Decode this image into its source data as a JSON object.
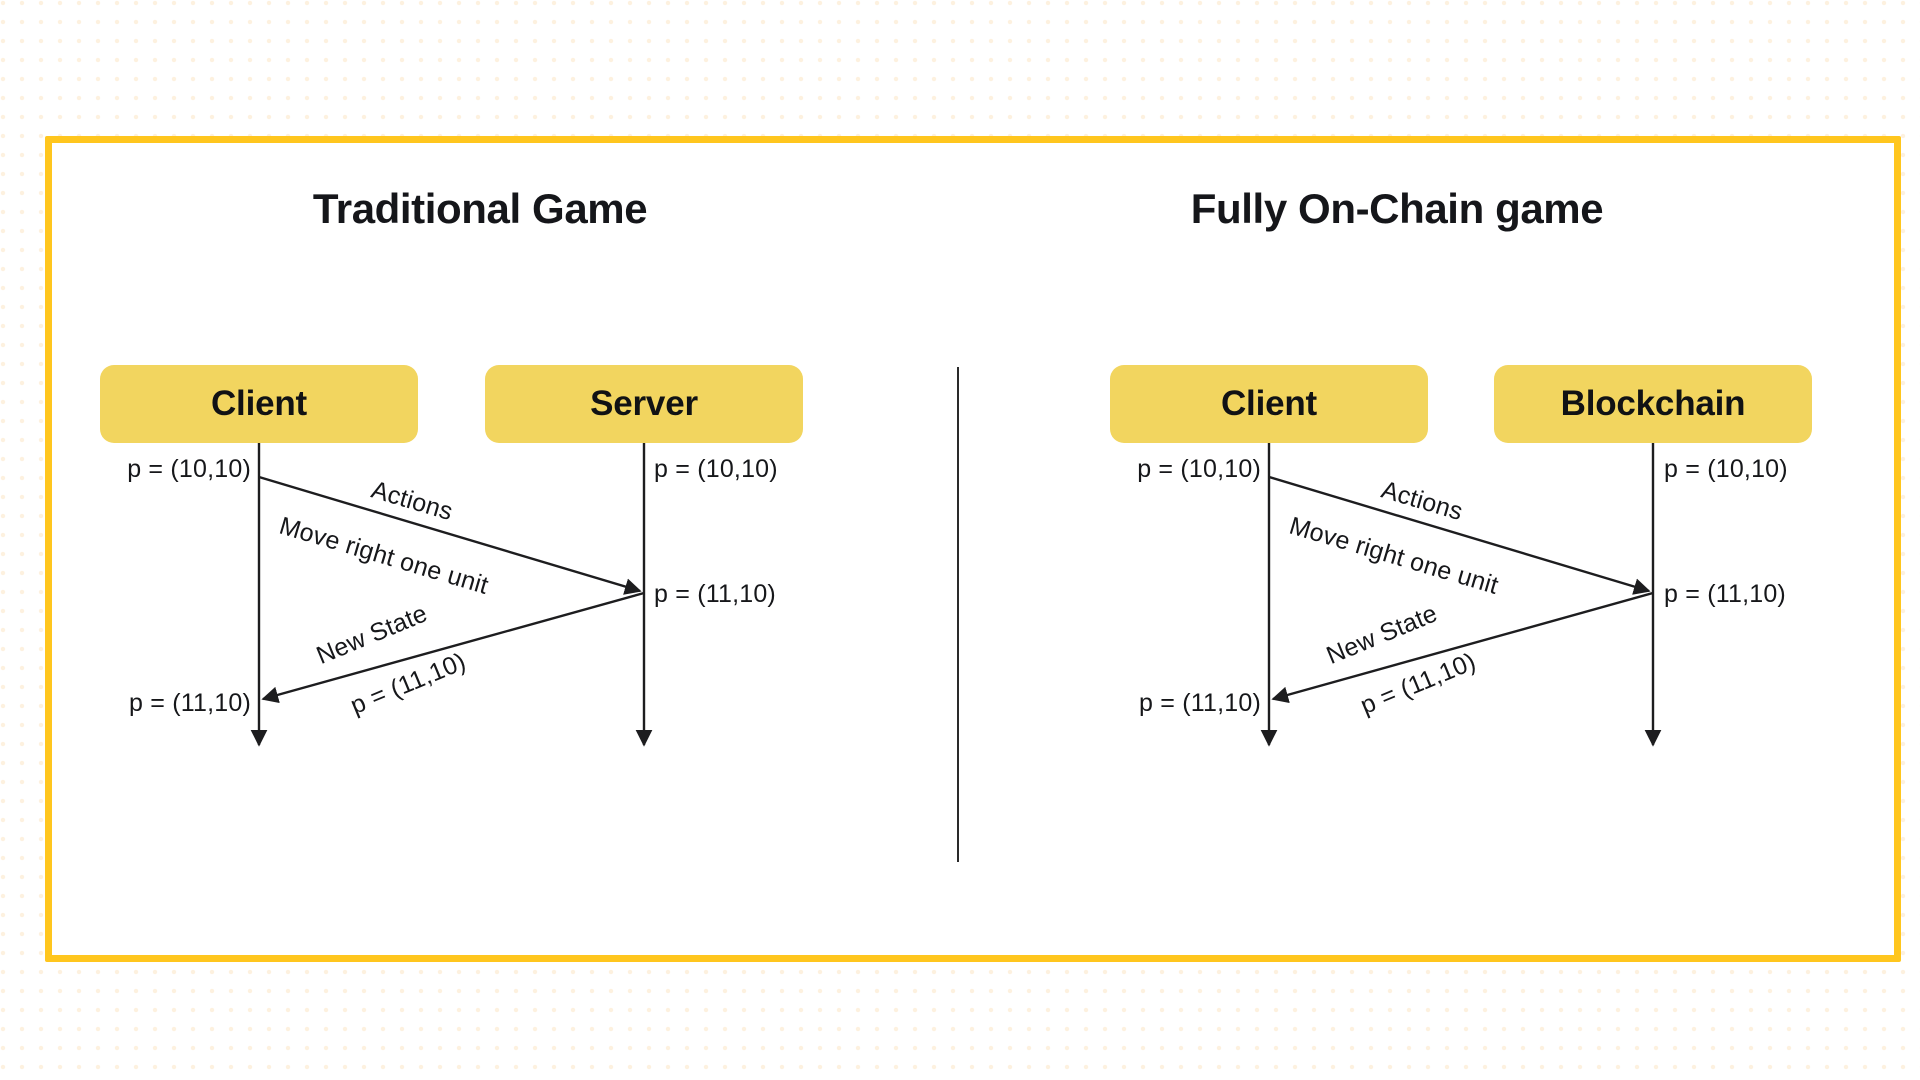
{
  "theme": {
    "frame_color": "#FFC61E",
    "actor_box_color": "#F2D55F",
    "line_color": "#1d1d1f",
    "text_color": "#16171a",
    "background_dot_color": "#fbe4c2"
  },
  "panels": [
    {
      "id": "traditional",
      "title": "Traditional Game",
      "actors": [
        {
          "name": "Client"
        },
        {
          "name": "Server"
        }
      ],
      "states": {
        "client_initial": "p = (10,10)",
        "server_initial": "p = (10,10)",
        "server_updated": "p = (11,10)",
        "client_updated": "p = (11,10)"
      },
      "messages": [
        {
          "direction": "client-to-server",
          "line_1": "Actions",
          "line_2": "Move right one unit"
        },
        {
          "direction": "server-to-client",
          "line_1": "New State",
          "line_2": "p = (11,10)"
        }
      ]
    },
    {
      "id": "onchain",
      "title": "Fully On-Chain game",
      "actors": [
        {
          "name": "Client"
        },
        {
          "name": "Blockchain"
        }
      ],
      "states": {
        "client_initial": "p = (10,10)",
        "server_initial": "p = (10,10)",
        "server_updated": "p = (11,10)",
        "client_updated": "p = (11,10)"
      },
      "messages": [
        {
          "direction": "client-to-server",
          "line_1": "Actions",
          "line_2": "Move right one unit"
        },
        {
          "direction": "server-to-client",
          "line_1": "New State",
          "line_2": "p = (11,10)"
        }
      ]
    }
  ]
}
